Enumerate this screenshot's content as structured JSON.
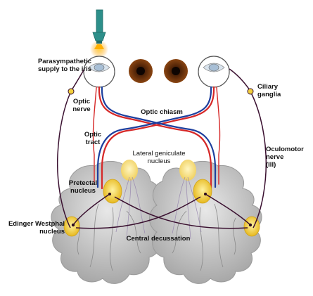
{
  "labels": {
    "parasympathetic": "Parasympathetic\nsupply to the iris",
    "optic_nerve": "Optic\nnerve",
    "optic_chiasm": "Optic chiasm",
    "optic_tract": "Optic\ntract",
    "lateral_geniculate": "Lateral geniculate\nnucleus",
    "pretectal": "Pretectal\nnucleus",
    "edinger_westphal": "Edinger Westphal\nnucleus",
    "central_decussation": "Central decussation",
    "ciliary_ganglia": "Ciliary\nganglia",
    "oculomotor_nerve": "Oculomotor\nnerve\n(III)"
  },
  "icons": {
    "light": "penlight-icon",
    "eye": "eye-icon",
    "brain": "brain-section-icon"
  },
  "colors": {
    "nerve_red": "#d62828",
    "nerve_blue": "#1d3f9e",
    "pathway_dark": "#3a1030",
    "nucleus_yellow": "#f3d03c",
    "brain_gray": "#bdbdbd",
    "iris_brown": "#7a3a12",
    "light_teal": "#2d8f8a",
    "light_glow": "#ffb000"
  }
}
